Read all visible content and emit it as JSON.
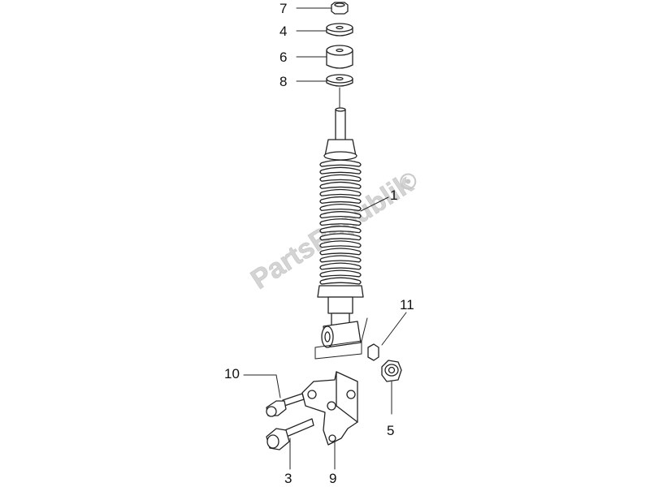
{
  "callouts": {
    "p1": "1",
    "p3": "3",
    "p4": "4",
    "p5": "5",
    "p6": "6",
    "p7": "7",
    "p8": "8",
    "p9": "9",
    "p10": "10",
    "p11": "11"
  },
  "watermark": {
    "text": "PartsRepublik",
    "color": "#d0d0d0"
  },
  "colors": {
    "line": "#222222",
    "fill": "#ffffff"
  }
}
